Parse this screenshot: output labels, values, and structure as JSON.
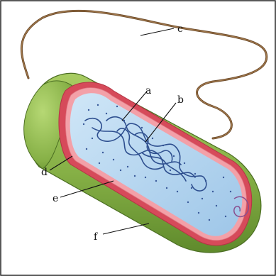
{
  "figure": {
    "description_colors": {
      "background": "#ffffff",
      "border": "#222222",
      "capsule": "#8cb84a",
      "capsule_dark": "#557a25",
      "cell_wall": "#d64a5a",
      "cell_membrane": "#f3a0a8",
      "cytoplasm": "#b8d8f0",
      "nucleoid": "#2e4f8f",
      "ribosome": "#3a5a9a",
      "flagellum": "#7a5a35"
    },
    "icons": [
      "bacterium-illustration"
    ],
    "labels": {
      "a": "a",
      "b": "b",
      "c": "c",
      "d": "d",
      "e": "e",
      "f": "f"
    }
  }
}
